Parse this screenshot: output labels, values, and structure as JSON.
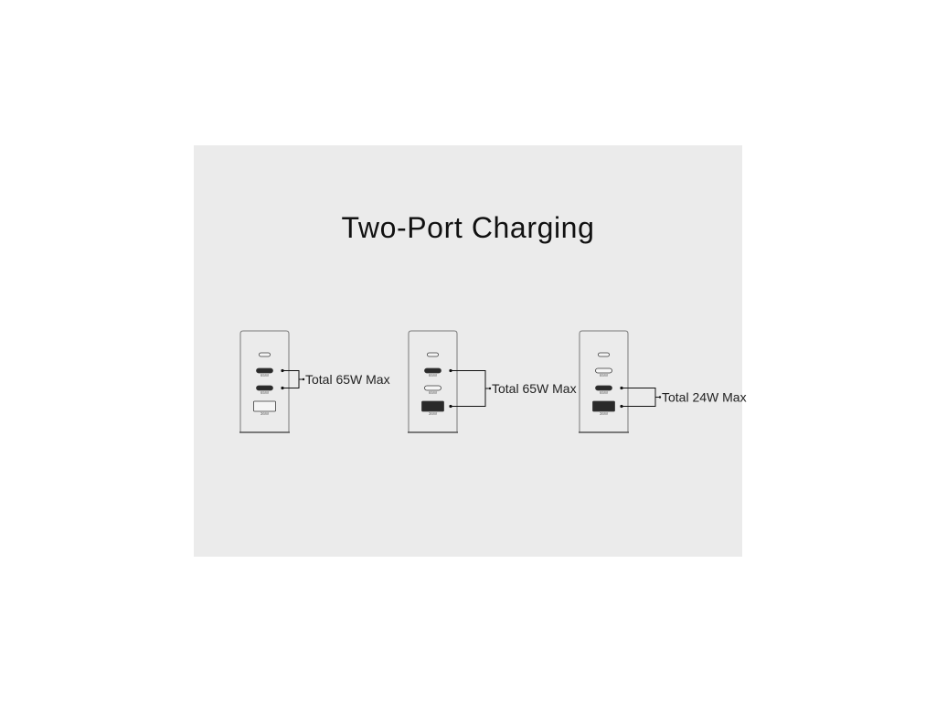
{
  "title": "Two-Port Charging",
  "colors": {
    "panel_background": "#ebebeb",
    "charger_body": "#ebebeb",
    "active_port": "#2a2a2a",
    "inactive_port": "#f5f5f5",
    "text": "#111111"
  },
  "configurations": [
    {
      "ports": [
        {
          "kind": "usb-c",
          "label": "",
          "active": false
        },
        {
          "kind": "usb-c",
          "label": "65W",
          "active": true
        },
        {
          "kind": "usb-c",
          "label": "65W",
          "active": true
        },
        {
          "kind": "usb-a",
          "label": "36W",
          "active": false
        }
      ],
      "total_label": "Total 65W Max"
    },
    {
      "ports": [
        {
          "kind": "usb-c",
          "label": "",
          "active": false
        },
        {
          "kind": "usb-c",
          "label": "65W",
          "active": true
        },
        {
          "kind": "usb-c",
          "label": "65W",
          "active": false
        },
        {
          "kind": "usb-a",
          "label": "36W",
          "active": true
        }
      ],
      "total_label": "Total 65W Max"
    },
    {
      "ports": [
        {
          "kind": "usb-c",
          "label": "",
          "active": false
        },
        {
          "kind": "usb-c",
          "label": "65W",
          "active": false
        },
        {
          "kind": "usb-c",
          "label": "65W",
          "active": true
        },
        {
          "kind": "usb-a",
          "label": "36W",
          "active": true
        }
      ],
      "total_label": "Total 24W Max"
    }
  ]
}
